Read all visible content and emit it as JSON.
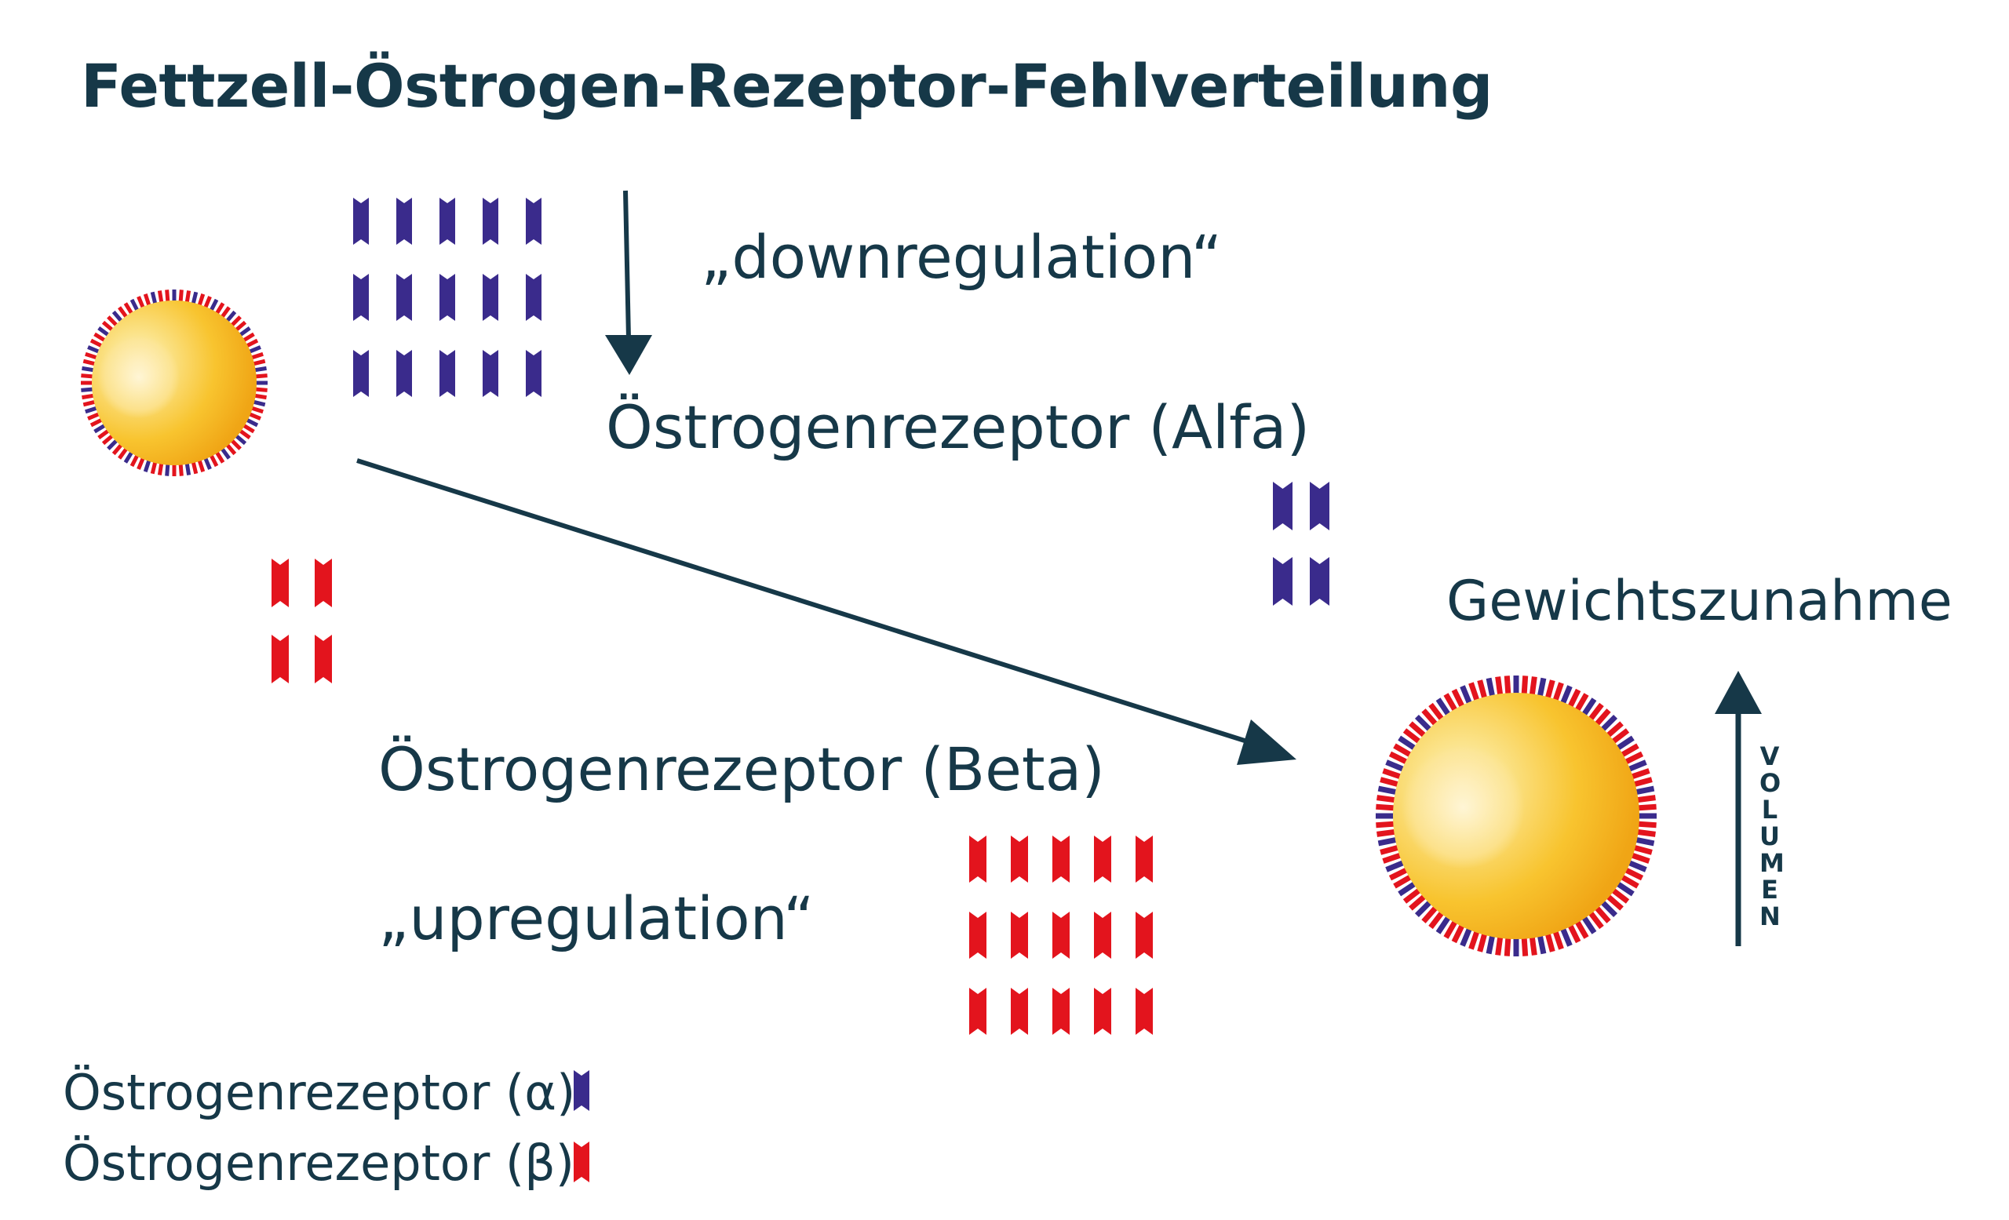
{
  "title": "Fettzell-Östrogen-Rezeptor-Fehlverteilung",
  "labels": {
    "downregulation": "„downregulation“",
    "alpha_receptor": "Östrogenrezeptor (Alfa)",
    "weight_gain": "Gewichtszunahme",
    "beta_receptor": "Östrogenrezeptor (Beta)",
    "upregulation": "„upregulation“",
    "volume_letters": [
      "V",
      "O",
      "L",
      "U",
      "M",
      "E",
      "N"
    ]
  },
  "legend": {
    "alpha": "Östrogenrezeptor (α)",
    "beta": "Östrogenrezeptor (β)"
  },
  "colors": {
    "text": "#163848",
    "alpha_receptor": "#3a2b8c",
    "beta_receptor": "#e3141d",
    "cell_core": "#f6b81c",
    "cell_highlight": "#fdf1c4"
  }
}
